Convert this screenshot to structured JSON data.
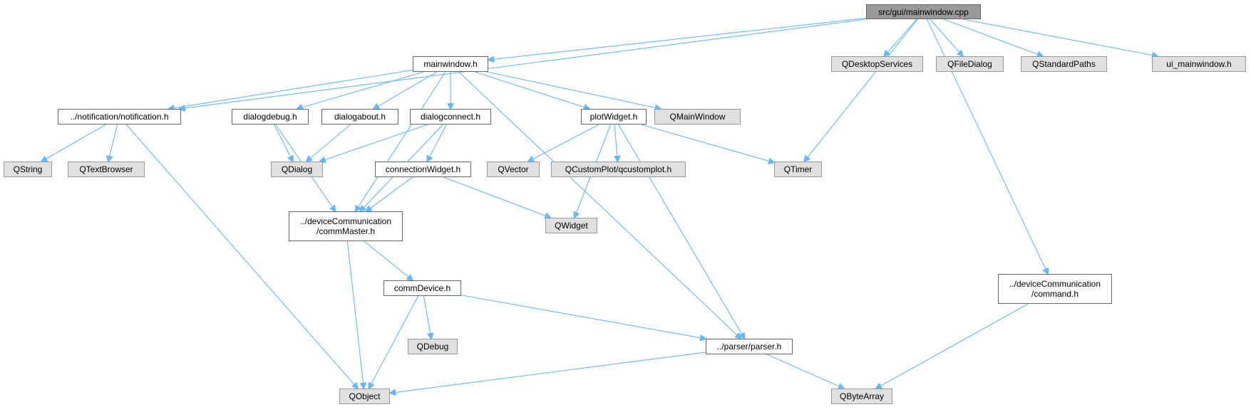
{
  "diagram": {
    "edge_color": "#63b8ff",
    "node_fill": "#ffffff",
    "external_fill": "#e0e0e0",
    "root_fill": "#999999",
    "nodes": {
      "root": {
        "label": "src/gui/mainwindow.cpp",
        "kind": "root"
      },
      "mainwindow": {
        "label": "mainwindow.h",
        "kind": "file"
      },
      "notification": {
        "label": "../notification/notification.h",
        "kind": "file"
      },
      "qdesktop": {
        "label": "QDesktopServices",
        "kind": "external"
      },
      "qfiledialog": {
        "label": "QFileDialog",
        "kind": "external"
      },
      "qstandardpaths": {
        "label": "QStandardPaths",
        "kind": "external"
      },
      "uimainwindow": {
        "label": "ui_mainwindow.h",
        "kind": "external"
      },
      "dialogdebug": {
        "label": "dialogdebug.h",
        "kind": "file"
      },
      "dialogabout": {
        "label": "dialogabout.h",
        "kind": "file"
      },
      "dialogconnect": {
        "label": "dialogconnect.h",
        "kind": "file"
      },
      "plotwidget": {
        "label": "plotWidget.h",
        "kind": "file"
      },
      "qmainwindow": {
        "label": "QMainWindow",
        "kind": "external"
      },
      "qstring": {
        "label": "QString",
        "kind": "external"
      },
      "qtextbrowser": {
        "label": "QTextBrowser",
        "kind": "external"
      },
      "qdialog": {
        "label": "QDialog",
        "kind": "external"
      },
      "connwidget": {
        "label": "connectionWidget.h",
        "kind": "file"
      },
      "qvector": {
        "label": "QVector",
        "kind": "external"
      },
      "qcustomplot": {
        "label": "QCustomPlot/qcustomplot.h",
        "kind": "external"
      },
      "qtimer": {
        "label": "QTimer",
        "kind": "external"
      },
      "commmaster": {
        "label": "../deviceCommunication\n/commMaster.h",
        "kind": "file"
      },
      "qwidget": {
        "label": "QWidget",
        "kind": "external"
      },
      "commdevice": {
        "label": "commDevice.h",
        "kind": "file"
      },
      "command": {
        "label": "../deviceCommunication\n/command.h",
        "kind": "file"
      },
      "qdebug": {
        "label": "QDebug",
        "kind": "external"
      },
      "parser": {
        "label": "../parser/parser.h",
        "kind": "file"
      },
      "qobject": {
        "label": "QObject",
        "kind": "external"
      },
      "qbytearray": {
        "label": "QByteArray",
        "kind": "external"
      }
    },
    "edges": [
      [
        "root",
        "mainwindow"
      ],
      [
        "root",
        "notification"
      ],
      [
        "root",
        "qdesktop"
      ],
      [
        "root",
        "qfiledialog"
      ],
      [
        "root",
        "qstandardpaths"
      ],
      [
        "root",
        "uimainwindow"
      ],
      [
        "root",
        "qtimer"
      ],
      [
        "root",
        "command"
      ],
      [
        "mainwindow",
        "notification"
      ],
      [
        "mainwindow",
        "dialogdebug"
      ],
      [
        "mainwindow",
        "dialogabout"
      ],
      [
        "mainwindow",
        "dialogconnect"
      ],
      [
        "mainwindow",
        "plotwidget"
      ],
      [
        "mainwindow",
        "qmainwindow"
      ],
      [
        "mainwindow",
        "commmaster"
      ],
      [
        "mainwindow",
        "parser"
      ],
      [
        "notification",
        "qstring"
      ],
      [
        "notification",
        "qtextbrowser"
      ],
      [
        "notification",
        "qobject"
      ],
      [
        "dialogdebug",
        "qdialog"
      ],
      [
        "dialogdebug",
        "commmaster"
      ],
      [
        "dialogabout",
        "qdialog"
      ],
      [
        "dialogconnect",
        "qdialog"
      ],
      [
        "dialogconnect",
        "connwidget"
      ],
      [
        "dialogconnect",
        "commmaster"
      ],
      [
        "plotwidget",
        "qvector"
      ],
      [
        "plotwidget",
        "qcustomplot"
      ],
      [
        "plotwidget",
        "qtimer"
      ],
      [
        "plotwidget",
        "qwidget"
      ],
      [
        "plotwidget",
        "parser"
      ],
      [
        "connwidget",
        "commmaster"
      ],
      [
        "connwidget",
        "qwidget"
      ],
      [
        "commmaster",
        "commdevice"
      ],
      [
        "commmaster",
        "qobject"
      ],
      [
        "commdevice",
        "qdebug"
      ],
      [
        "commdevice",
        "qobject"
      ],
      [
        "commdevice",
        "parser"
      ],
      [
        "command",
        "qbytearray"
      ],
      [
        "parser",
        "qobject"
      ],
      [
        "parser",
        "qbytearray"
      ]
    ]
  }
}
